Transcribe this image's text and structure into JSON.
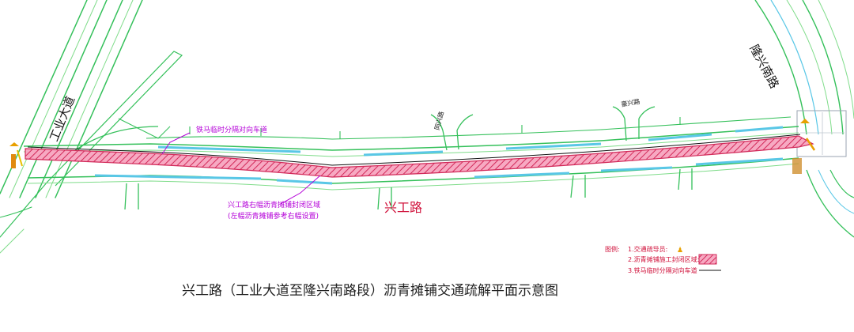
{
  "caption": "兴工路（工业大道至隆兴南路段）沥青摊铺交通疏解平面示意图",
  "roads": {
    "main": "兴工路",
    "left_cross": "工业大道",
    "right_cross": "隆兴南路",
    "side_road_1": "同兴路",
    "side_road_2": "豪兴路"
  },
  "annotations": {
    "temp_lane": "铁马临时分隔对向车道",
    "closure_line1": "兴工路右幅沥青摊铺封闭区域",
    "closure_line2": "(左幅沥青摊铺参考右幅设置)"
  },
  "legend": {
    "title": "图例:",
    "item1": "1.交通疏导员:",
    "item2": "2.沥青摊铺施工封闭区域:",
    "item3": "3.铁马临时分隔对向车道"
  },
  "colors": {
    "road_edge": "#34c05a",
    "curb": "#7fdc8a",
    "closure_fill": "#f07aa0",
    "closure_hatch": "#d22a5a",
    "annotation": "#b400d8",
    "main_label": "#d0103a",
    "legend_text": "#d0103a",
    "cyan": "#59c7e6",
    "yellow": "#e8c000"
  }
}
